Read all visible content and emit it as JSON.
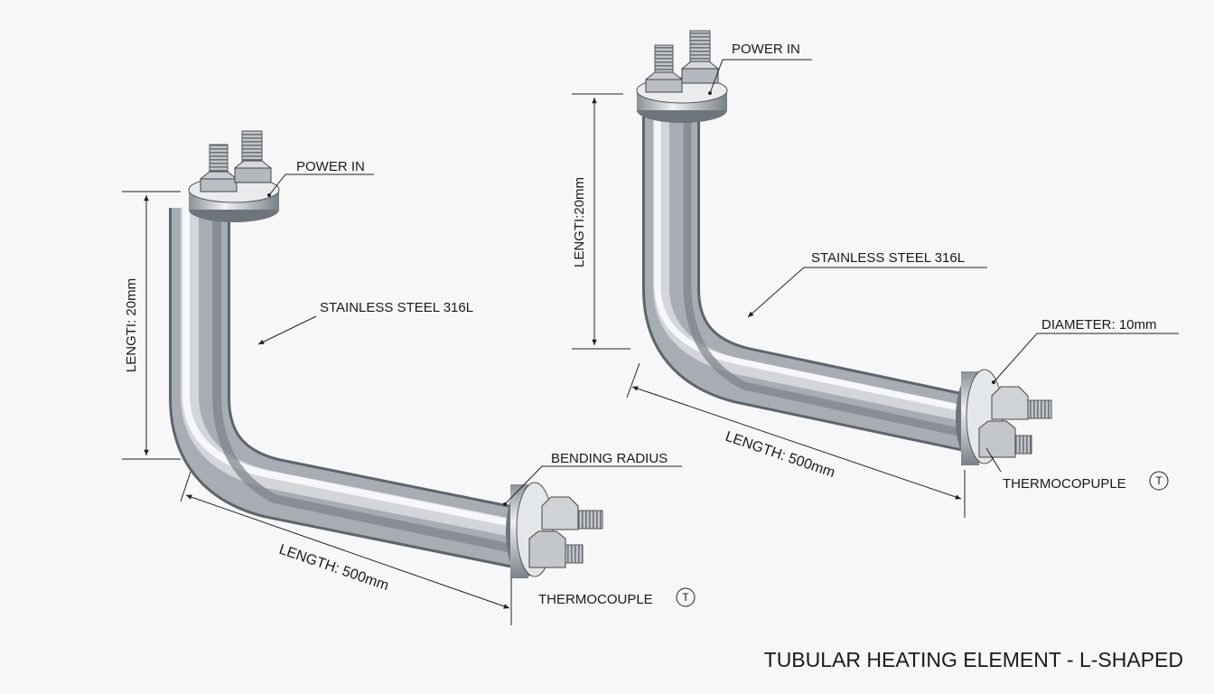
{
  "title": "TUBULAR HEATING ELEMENT - L-SHAPED",
  "colors": {
    "background": "#f7f7f7",
    "steel_light": "#f4f5f6",
    "steel_mid": "#b9bec4",
    "steel_dark": "#6f757c",
    "line": "#222222"
  },
  "views": [
    {
      "power_in": "POWER IN",
      "material": "STAINLESS STEEL 316L",
      "vertical_length": "LENGTI: 20mm",
      "horizontal_length": "LENGTH: 500mm",
      "bending_radius": "BENDING RADIUS",
      "thermocouple": "THERMOCOUPLE",
      "thermocouple_symbol": "T"
    },
    {
      "power_in": "POWER IN",
      "material": "STAINLESS STEEL 316L",
      "vertical_length": "LENGTI:20mm",
      "horizontal_length": "LENGTH: 500mm",
      "diameter": "DIAMETER: 10mm",
      "thermocouple": "THERMOCOPUPLE",
      "thermocouple_symbol": "T"
    }
  ]
}
